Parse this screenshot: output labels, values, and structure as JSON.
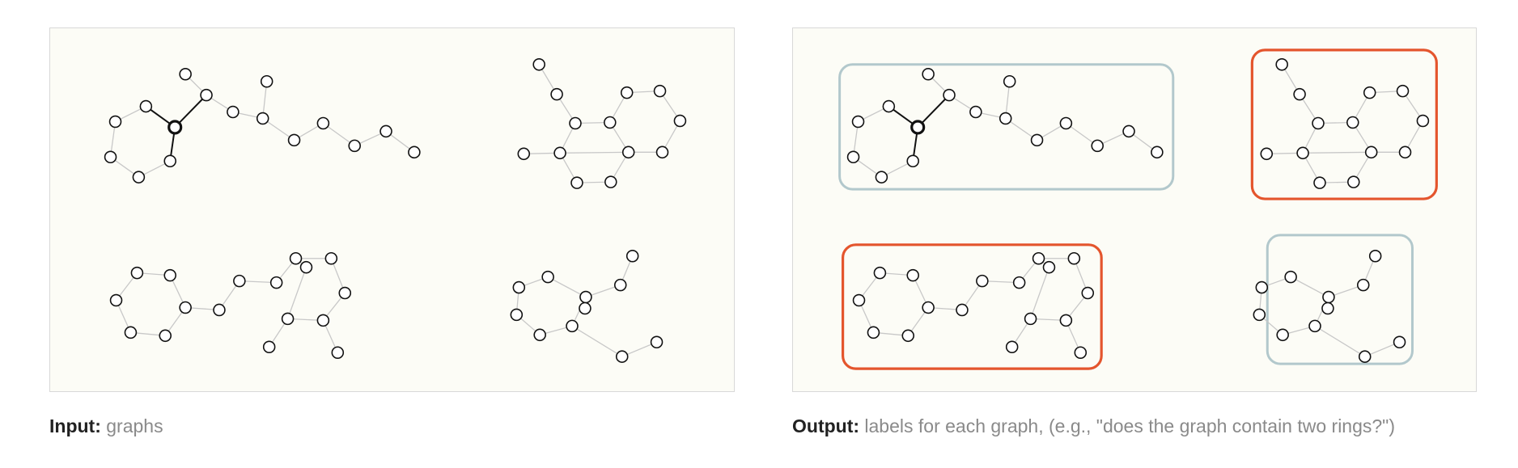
{
  "captions": {
    "input": {
      "lead": "Input:",
      "text": "graphs"
    },
    "output": {
      "lead": "Output:",
      "text": "labels for each graph, (e.g., \"does the graph contain two rings?\")"
    }
  },
  "colors": {
    "panel_bg": "#fcfcf6",
    "edge": "#c8c8c8",
    "highlight": "#111111",
    "label_positive": "#e4552d",
    "label_negative": "#b2c8cc"
  },
  "output_labels": [
    "negative",
    "positive",
    "positive",
    "negative"
  ],
  "highlighted_node": "G1-N0"
}
